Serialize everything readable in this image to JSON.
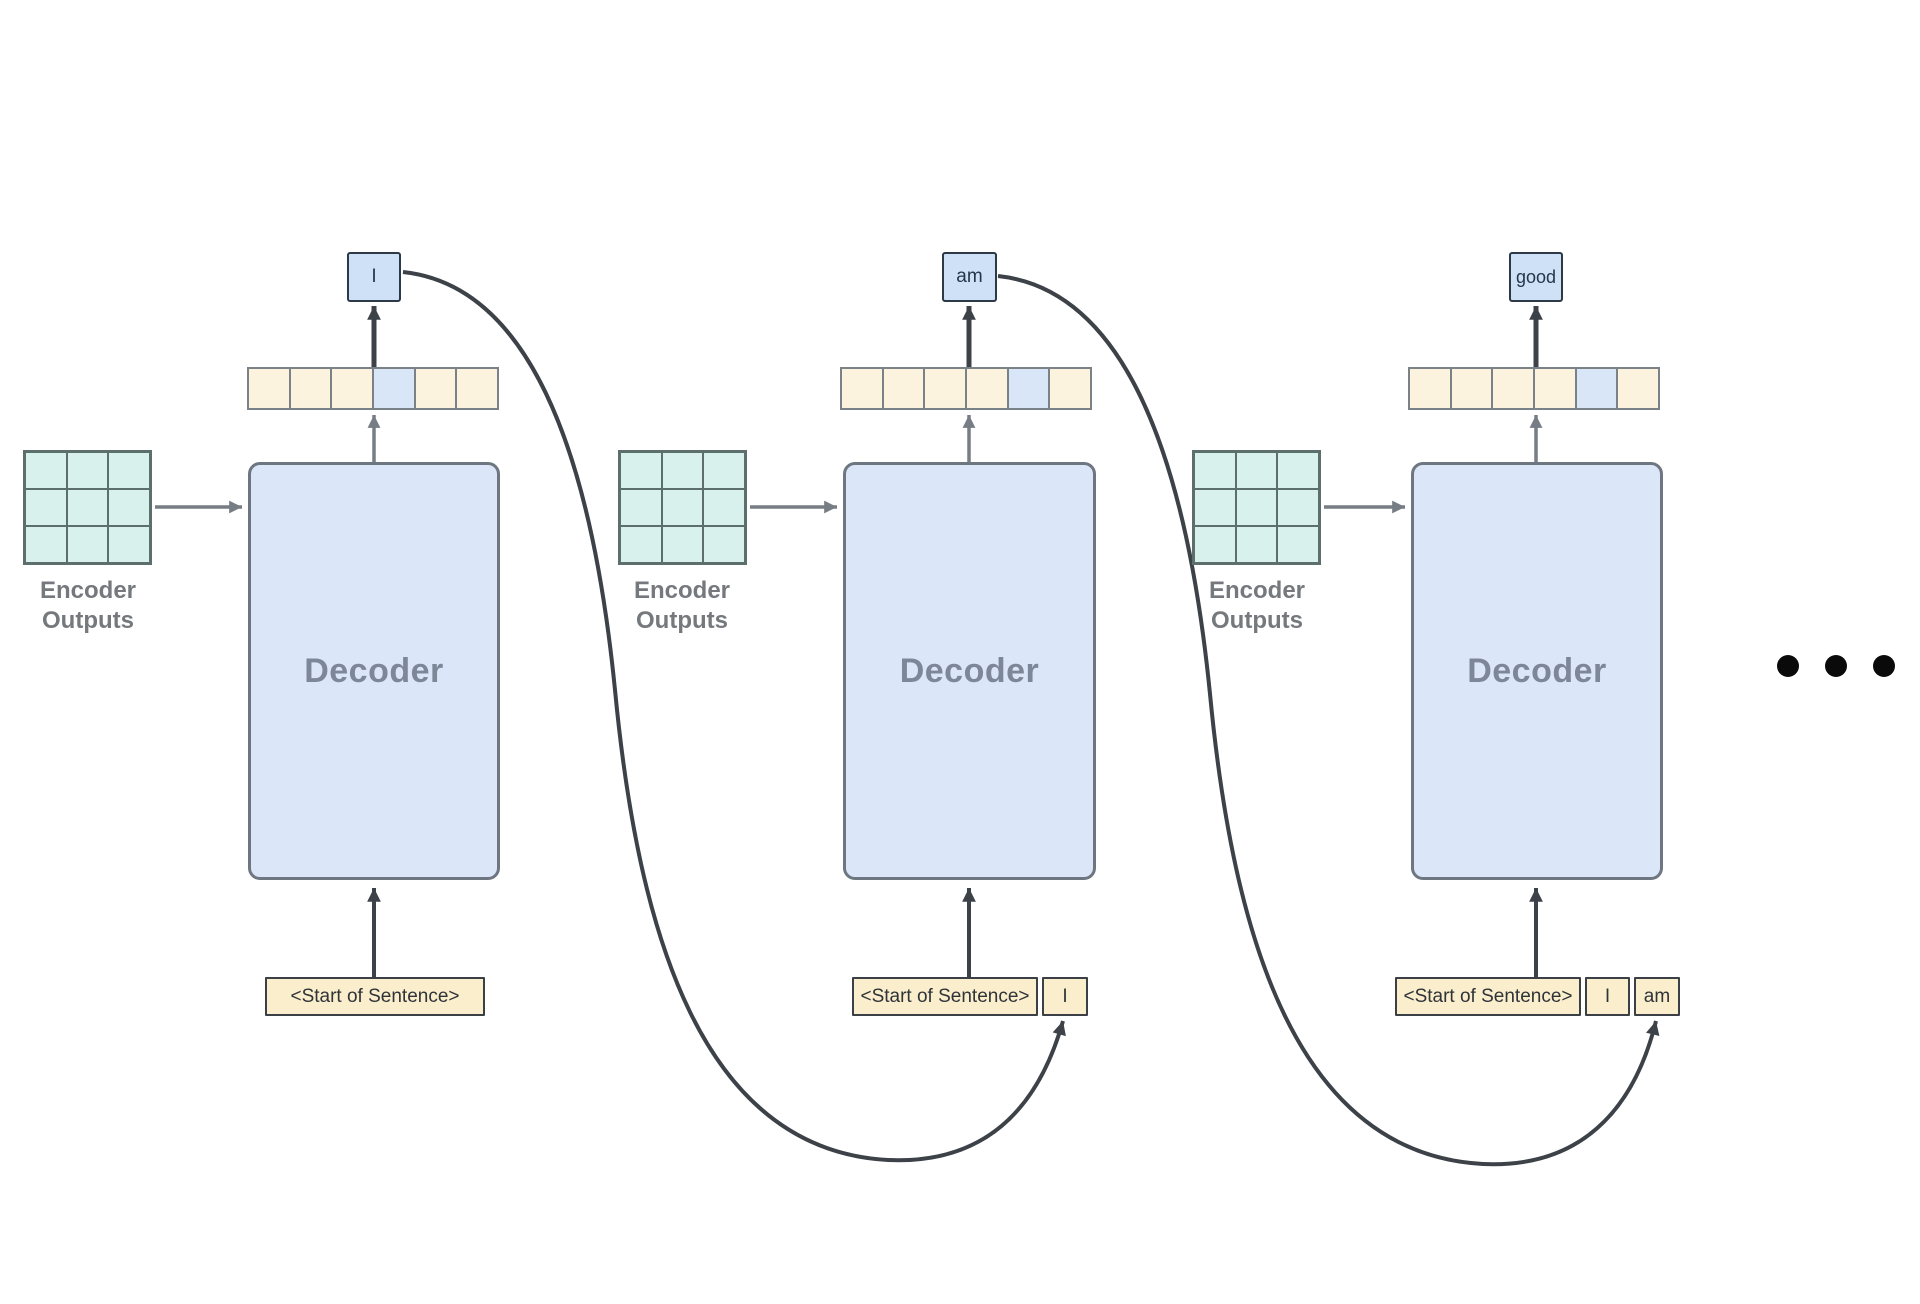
{
  "diagram": {
    "blocks": [
      {
        "decoder_label": "Decoder",
        "encoder_label": [
          "Encoder",
          "Outputs"
        ],
        "output_token": "I",
        "input_cells": [
          "<Start of Sentence>"
        ],
        "prob_row": {
          "cells": 6,
          "highlight_index": 3
        },
        "encoder_grid": {
          "rows": 3,
          "cols": 3
        }
      },
      {
        "decoder_label": "Decoder",
        "encoder_label": [
          "Encoder",
          "Outputs"
        ],
        "output_token": "am",
        "input_cells": [
          "<Start of Sentence>",
          "I"
        ],
        "prob_row": {
          "cells": 6,
          "highlight_index": 4
        },
        "encoder_grid": {
          "rows": 3,
          "cols": 3
        }
      },
      {
        "decoder_label": "Decoder",
        "encoder_label": [
          "Encoder",
          "Outputs"
        ],
        "output_token": "good",
        "input_cells": [
          "<Start of Sentence>",
          "I",
          "am"
        ],
        "prob_row": {
          "cells": 6,
          "highlight_index": 4
        },
        "encoder_grid": {
          "rows": 3,
          "cols": 3
        }
      }
    ],
    "ellipsis": {
      "dot_count": 3
    },
    "colors": {
      "background": "#ffffff",
      "decoder_fill": "#dbe7f8",
      "decoder_border": "#6e7781",
      "token_fill": "#cfe1f7",
      "token_border": "#2e3947",
      "row_cell_fill": "#fcf3df",
      "row_highlight_fill": "#d8e6f8",
      "row_border": "#7a8187",
      "grid_fill": "#d9f1ec",
      "grid_border": "#5d6f6d",
      "input_fill": "#fbeecd",
      "input_border": "#3b4046",
      "arrow_gray": "#767d84",
      "arrow_dark": "#3c4248",
      "label_gray": "#75797d",
      "decoder_label_color": "#7d8797",
      "text_dark": "#2f3439",
      "dot_color": "#0a0a0a"
    }
  }
}
